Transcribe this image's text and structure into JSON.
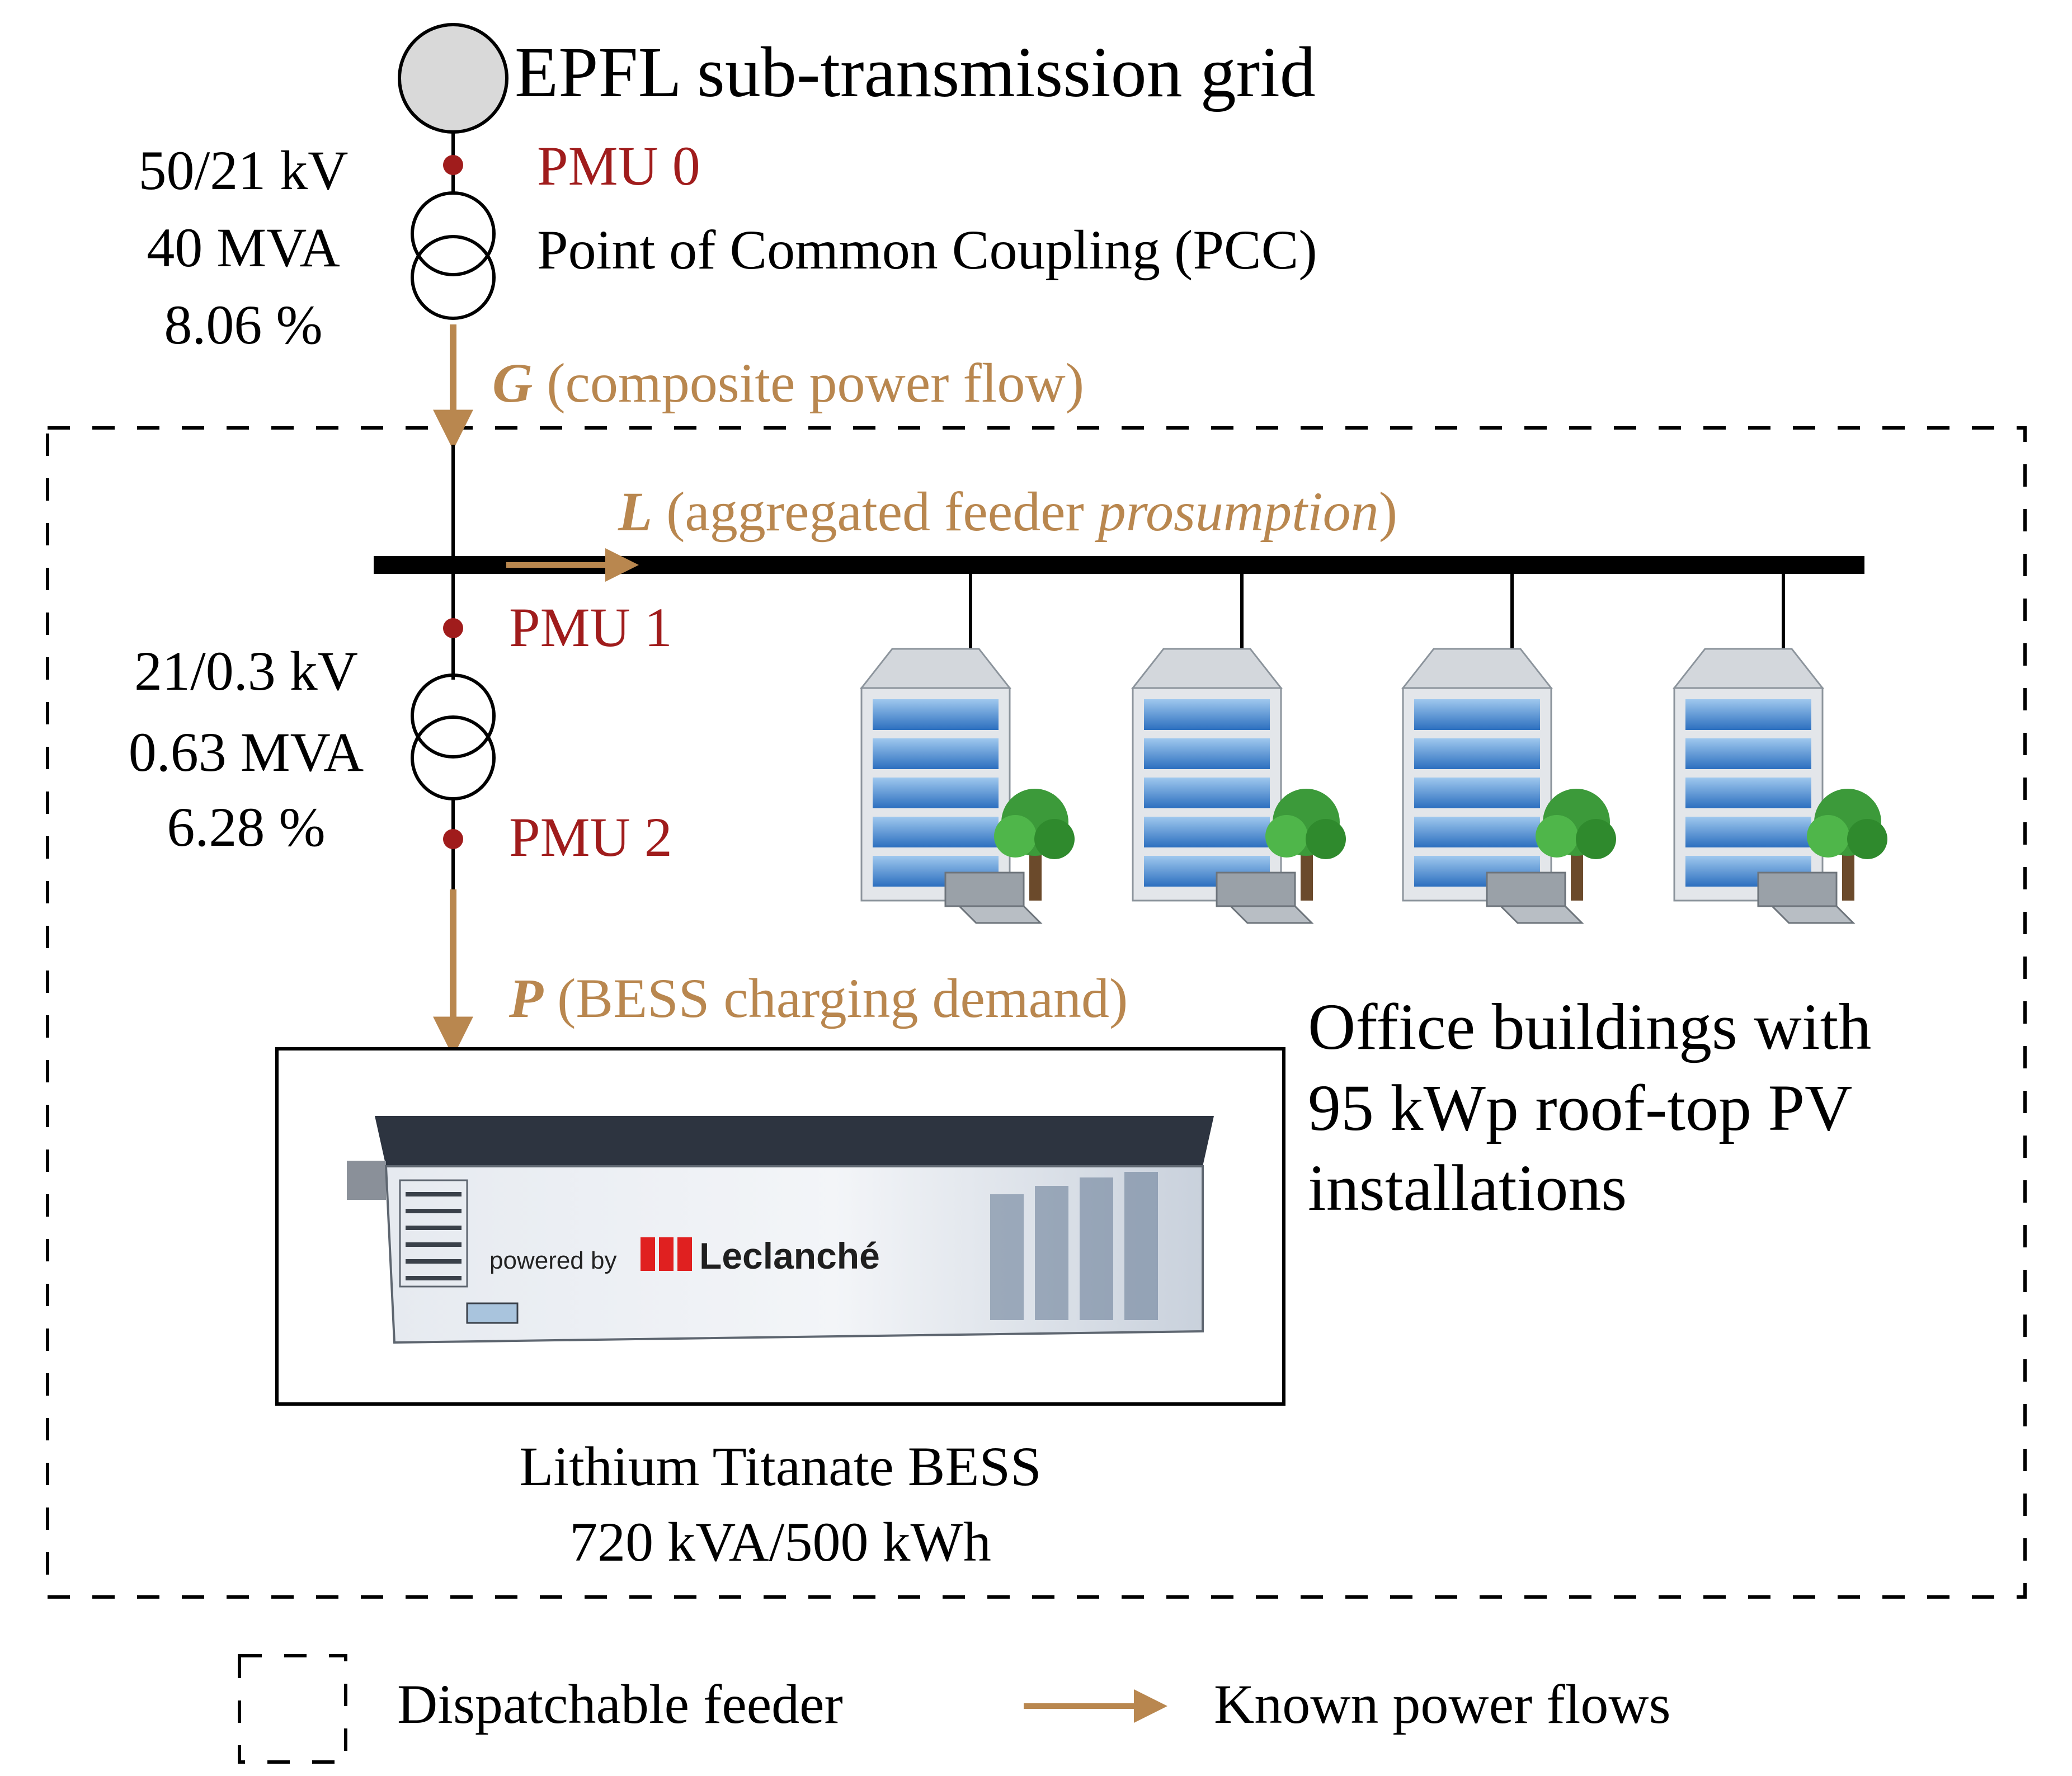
{
  "grid": {
    "title": "EPFL sub-transmission grid"
  },
  "transformer_top": {
    "ratio": "50/21 kV",
    "rating": "40 MVA",
    "impedance": "8.06 %"
  },
  "pmu": {
    "pmu0": "PMU 0",
    "pmu1": "PMU 1",
    "pmu2": "PMU 2"
  },
  "pcc_label": "Point of Common Coupling (PCC)",
  "flows": {
    "G": {
      "symbol": "G",
      "text": " (composite power flow)"
    },
    "L": {
      "symbol": "L",
      "text_before": " (aggregated feeder ",
      "text_italic": "prosumption",
      "text_after": ")"
    },
    "P": {
      "symbol": "P",
      "text": " (BESS charging demand)"
    }
  },
  "transformer_bottom": {
    "ratio": "21/0.3 kV",
    "rating": "0.63 MVA",
    "impedance": "6.28 %"
  },
  "buildings": {
    "line1": "Office buildings with",
    "line2": "95 kWp roof-top PV",
    "line3": "installations"
  },
  "bess": {
    "line1": "Lithium Titanate BESS",
    "line2": "720 kVA/500 kWh",
    "logo_powered_by": "powered by",
    "logo_brand": "Leclanché"
  },
  "legend": {
    "feeder": "Dispatchable feeder",
    "flows": "Known power flows"
  },
  "colors": {
    "flow": "#b9874f",
    "pmu": "#a01c1c",
    "line": "#000000"
  }
}
